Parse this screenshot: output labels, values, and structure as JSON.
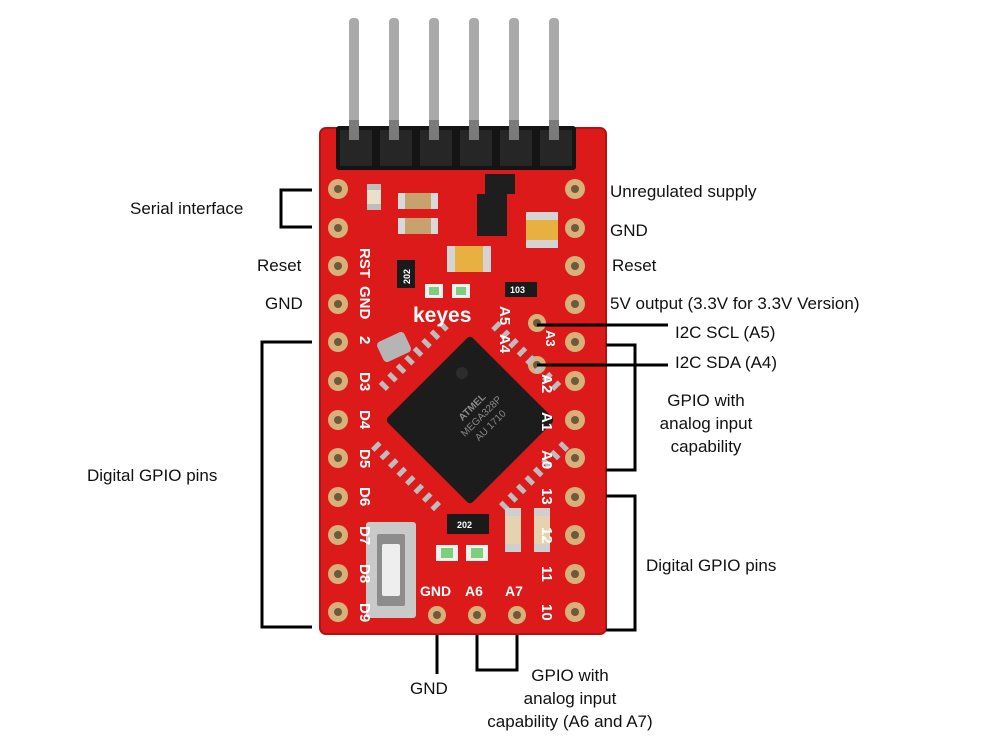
{
  "colors": {
    "pcb": "#dd1a1a",
    "pcb_edge": "#b31212",
    "header_block": "#141414",
    "pin_metal": "#a9a9a9",
    "pad_gold": "#d8b07a",
    "chip": "#1c1c1c",
    "annotation_line": "#000000"
  },
  "board": {
    "brand": "keyes",
    "chip_text": [
      "ATMEL",
      "MEGA328P",
      "AU 1710"
    ],
    "resistor_codes": [
      "202",
      "103",
      "202"
    ],
    "silk_left": [
      "RST",
      "GND",
      "2",
      "D3",
      "D4",
      "D5",
      "D6",
      "D7",
      "D8",
      "D9"
    ],
    "silk_right": [
      "A3",
      "A2",
      "A1",
      "A0",
      "13",
      "12",
      "11",
      "10"
    ],
    "silk_top": [
      "A5",
      "A4"
    ],
    "silk_bottom": [
      "GND",
      "A6",
      "A7"
    ]
  },
  "labels": {
    "serial_interface": "Serial interface",
    "reset_left": "Reset",
    "gnd_left": "GND",
    "digital_gpio_left": "Digital GPIO pins",
    "unregulated_supply": "Unregulated supply",
    "gnd_right": "GND",
    "reset_right": "Reset",
    "five_v_output": "5V output (3.3V for 3.3V Version)",
    "i2c_scl": "I2C SCL (A5)",
    "i2c_sda": "I2C SDA (A4)",
    "gpio_analog_right": "GPIO with\nanalog input\ncapability",
    "digital_gpio_right": "Digital GPIO pins",
    "gnd_bottom": "GND",
    "gpio_analog_bottom": "GPIO with\nanalog input\ncapability (A6 and A7)"
  }
}
